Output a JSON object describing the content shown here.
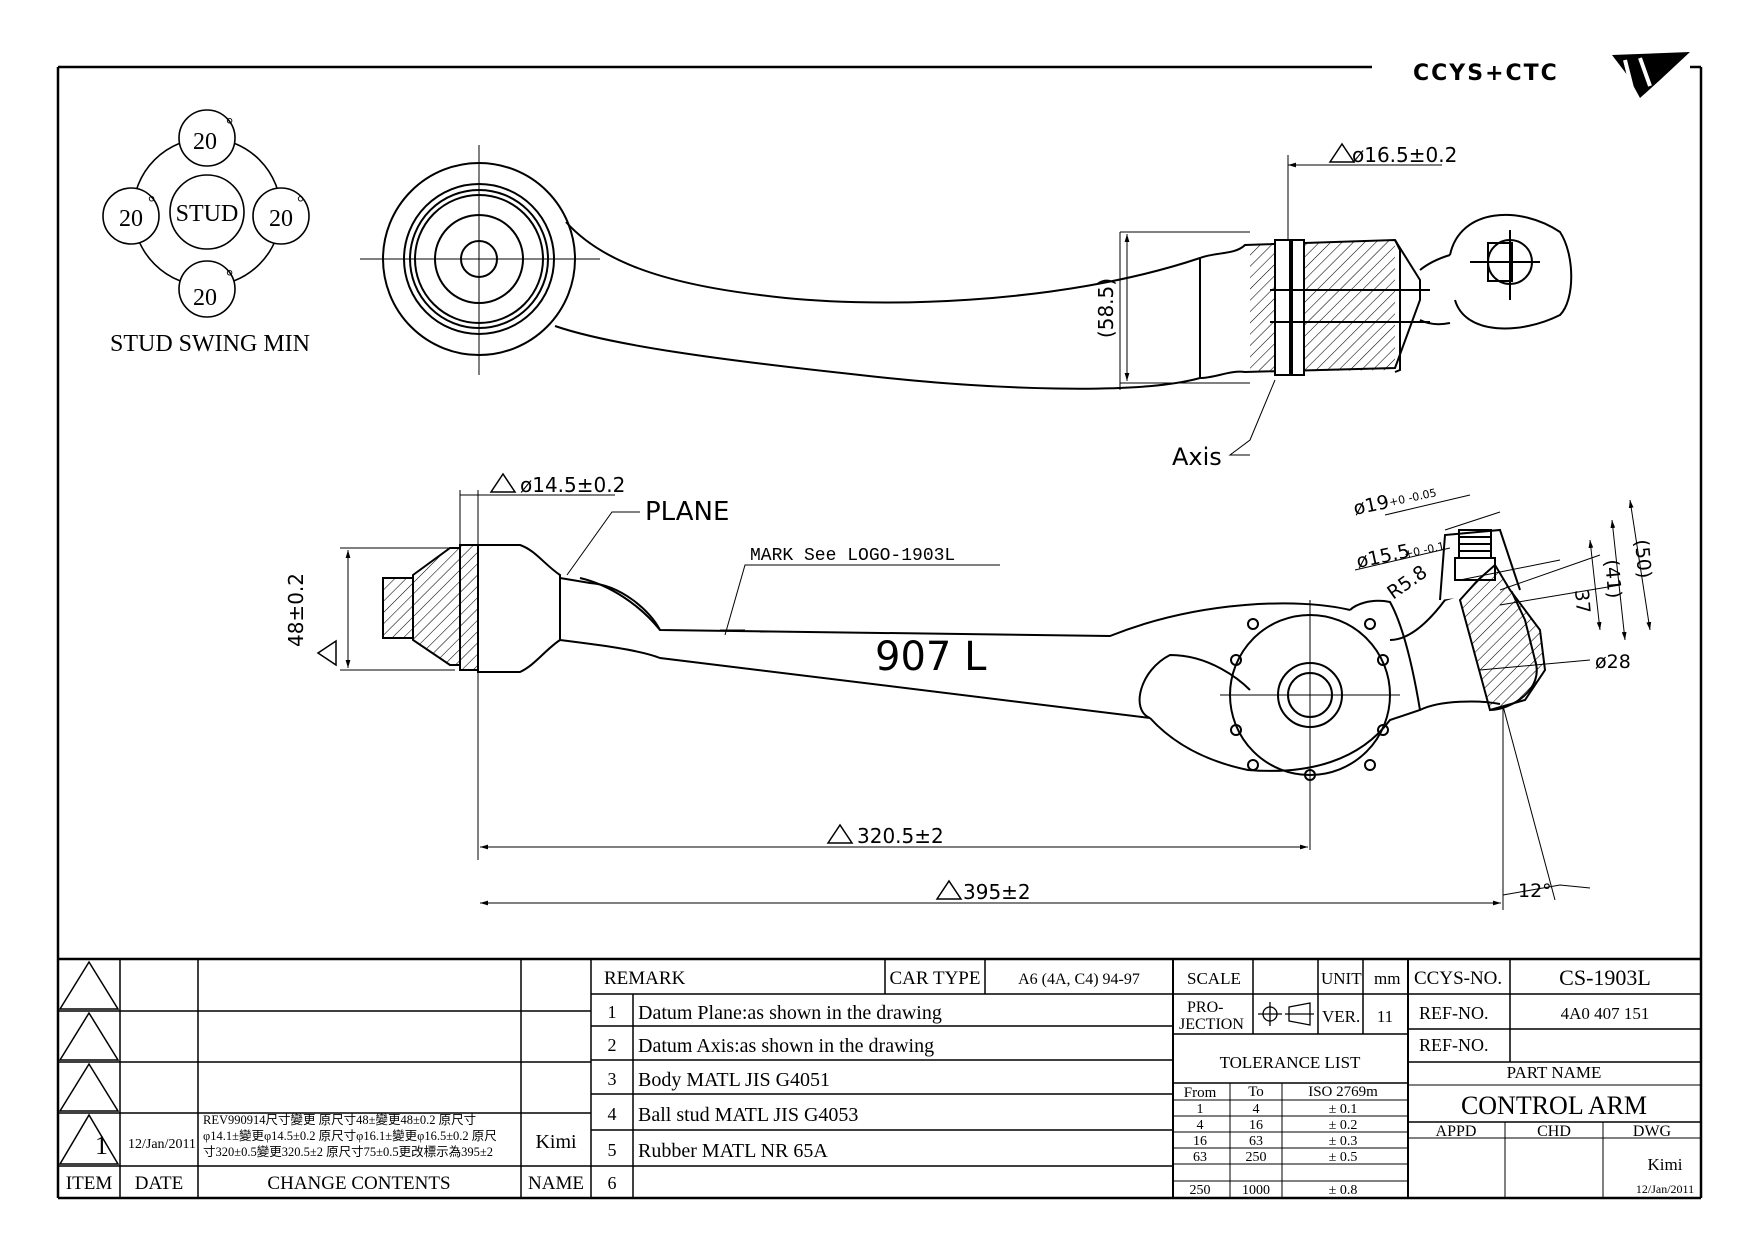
{
  "logo_text": "CCYS+CTC",
  "stud_swing": {
    "center_label": "STUD",
    "angles": [
      "20",
      "20",
      "20",
      "20"
    ],
    "degree_mark": "°",
    "caption": "STUD SWING MIN"
  },
  "top_view": {
    "bushing_diameter": "ø16.5±0.2",
    "height_dim": "(58.5)",
    "axis_label": "Axis"
  },
  "bottom_view": {
    "plane_label": "PLANE",
    "bushing_diameter": "ø14.5±0.2",
    "height_dim": "48±0.2",
    "mark_note": "MARK See LOGO-1903L",
    "part_mark": "907 L",
    "d19": "ø19",
    "d19_tol": "+0 -0.05",
    "d155": "ø15.5",
    "d155_tol": "+0 -0.1",
    "radius": "R5.8",
    "dim37": "37",
    "dim41": "(41)",
    "dim50": "(50)",
    "d28": "ø28",
    "length1": "320.5±2",
    "length2": "395±2",
    "angle": "12°"
  },
  "revisions": {
    "rows": [
      {
        "item": "",
        "date": "",
        "contents": "",
        "name": ""
      },
      {
        "item": "",
        "date": "",
        "contents": "",
        "name": ""
      },
      {
        "item": "",
        "date": "",
        "contents": "",
        "name": ""
      },
      {
        "item": "1",
        "date": "12/Jan/2011",
        "contents_lines": [
          "REV990914尺寸變更 原尺寸48±變更48±0.2 原尺寸",
          "φ14.1±變更φ14.5±0.2 原尺寸φ16.1±變更φ16.5±0.2 原尺",
          "寸320±0.5變更320.5±2 原尺寸75±0.5更改標示為395±2"
        ],
        "name": "Kimi"
      }
    ],
    "header": {
      "item": "ITEM",
      "date": "DATE",
      "contents": "CHANGE CONTENTS",
      "name": "NAME"
    }
  },
  "remarks": {
    "title": "REMARK",
    "car_type_label": "CAR TYPE",
    "car_type": "A6 (4A, C4) 94-97",
    "items": [
      {
        "no": "1",
        "text": "Datum Plane:as shown in the drawing"
      },
      {
        "no": "2",
        "text": "Datum Axis:as shown in the drawing"
      },
      {
        "no": "3",
        "text": "Body MATL JIS G4051"
      },
      {
        "no": "4",
        "text": "Ball stud MATL JIS G4053"
      },
      {
        "no": "5",
        "text": "Rubber MATL NR 65A"
      },
      {
        "no": "6",
        "text": ""
      }
    ]
  },
  "spec": {
    "scale_label": "SCALE",
    "scale_value": "",
    "unit_label": "UNIT",
    "unit_value": "mm",
    "projection_label_1": "PRO-",
    "projection_label_2": "JECTION",
    "ver_label": "VER.",
    "ver_value": "11",
    "tolerance_title": "TOLERANCE LIST",
    "tol_header": {
      "from": "From",
      "to": "To",
      "std": "ISO 2769m"
    },
    "tol_rows": [
      {
        "from": "1",
        "to": "4",
        "tol": "± 0.1"
      },
      {
        "from": "4",
        "to": "16",
        "tol": "± 0.2"
      },
      {
        "from": "16",
        "to": "63",
        "tol": "± 0.3"
      },
      {
        "from": "63",
        "to": "250",
        "tol": "± 0.5"
      },
      {
        "from": "250",
        "to": "1000",
        "tol": "± 0.8"
      }
    ]
  },
  "title_block": {
    "ccys_no_label": "CCYS-NO.",
    "ccys_no": "CS-1903L",
    "ref_no_label": "REF-NO.",
    "ref_no": "4A0 407 151",
    "ref_no_label_2": "REF-NO.",
    "ref_no_2": "",
    "part_name_label": "PART NAME",
    "part_name": "CONTROL ARM",
    "appd_label": "APPD",
    "chd_label": "CHD",
    "dwg_label": "DWG",
    "drawn_by": "Kimi",
    "drawn_date": "12/Jan/2011"
  }
}
